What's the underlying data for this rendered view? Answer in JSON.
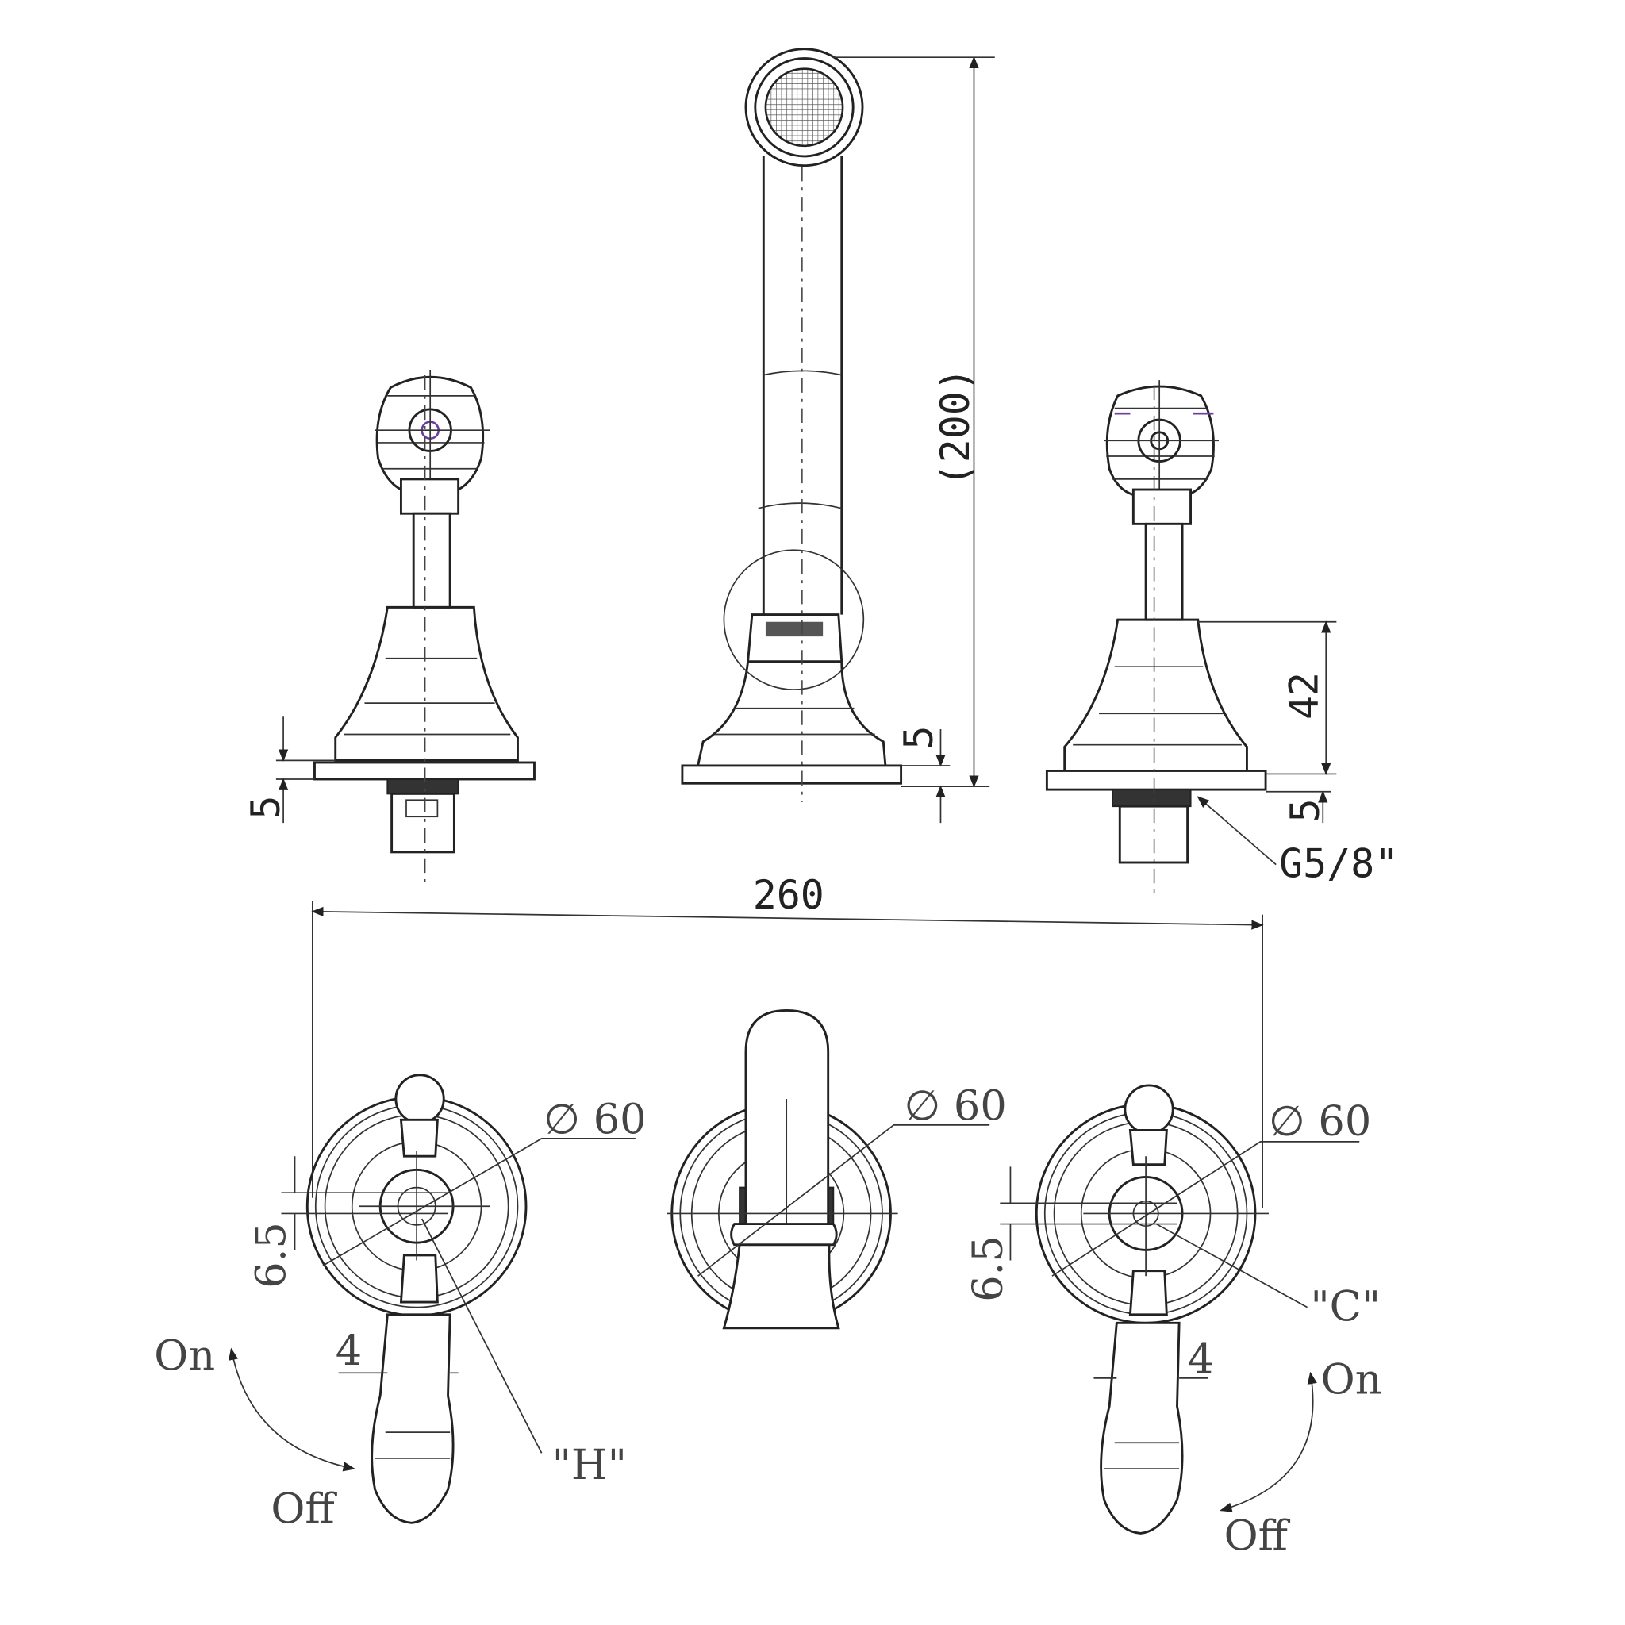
{
  "dimensions": {
    "spout_height": "(200)",
    "spout_base_thickness": "5",
    "left_base_thickness": "5",
    "right_base_thickness": "5",
    "valve_body_height": "42",
    "thread": "G5/8\"",
    "overall_width": "260",
    "left_diameter": "∅ 60",
    "center_diameter": "∅ 60",
    "right_diameter": "∅ 60",
    "left_offset": "6.5",
    "right_offset": "6.5",
    "left_lever_width": "4",
    "right_lever_width": "4"
  },
  "labels": {
    "hot": "\"H\"",
    "cold": "\"C\"",
    "left_on": "On",
    "left_off": "Off",
    "right_on": "On",
    "right_off": "Off"
  }
}
